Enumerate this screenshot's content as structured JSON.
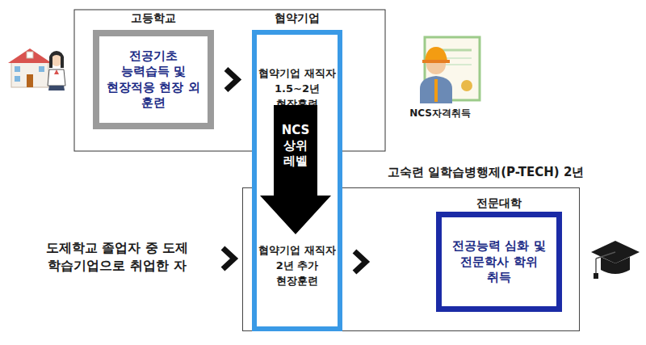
{
  "diagram": {
    "nodes": [
      {
        "text": [
          "고등학교",
          "전공기초 능력습득 및 현장적응 현장 외 훈련"
        ]
      },
      {
        "text": [
          "협약기업",
          "협약기업 재직자 1.5~2년 현장훈련",
          "협약기업 재직자 2년 추가 현장훈련"
        ]
      },
      {
        "text": [
          "NCS 상위 레벨"
        ],
        "in": 1
      },
      {
        "text": [
          "고숙련 일학습병행제(P-TECH) 2년"
        ]
      },
      {
        "text": [
          "전문대학",
          "전공능력 심화 및 전문학사 학위 취득"
        ],
        "in": 3
      }
    ],
    "edges": [
      {
        "from": 0,
        "to": 1,
        "arrow": "to"
      },
      {
        "from": 1,
        "to": 4,
        "arrow": "to"
      }
    ],
    "labels": [
      "NCS자격취득",
      "도제학교 졸업자 중 도제 학습기업으로 취업한 자"
    ]
  }
}
